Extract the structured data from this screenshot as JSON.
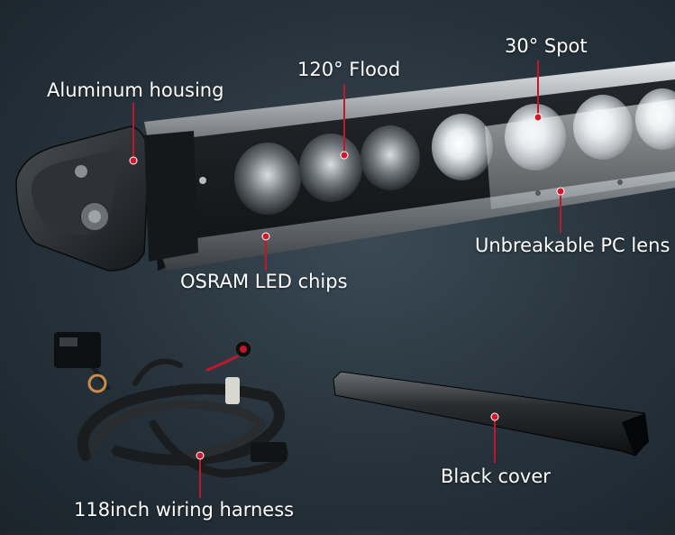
{
  "labels": {
    "aluminum_housing": "Aluminum housing",
    "flood": "120° Flood",
    "spot": "30° Spot",
    "pc_lens": "Unbreakable PC lens",
    "osram_chips": "OSRAM LED chips",
    "wiring_harness": "118inch wiring harness",
    "black_cover": "Black cover"
  },
  "colors": {
    "background": "#26323b",
    "callout_line": "#c0182a",
    "callout_dot": "#d4182c",
    "label_text": "#ffffff"
  }
}
